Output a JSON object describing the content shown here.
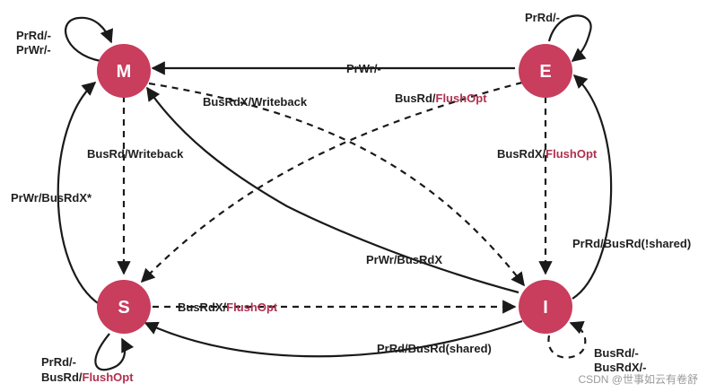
{
  "accent_color": "#c93d5d",
  "nodes": {
    "m": "M",
    "e": "E",
    "s": "S",
    "i": "I"
  },
  "edges": {
    "m_self": [
      "PrRd/-",
      "PrWr/-"
    ],
    "e_self": "PrRd/-",
    "e_to_m": "PrWr/-",
    "m_to_i": "BusRdX/Writeback",
    "m_to_s": "BusRd/Writeback",
    "e_to_s": {
      "event": "BusRd/",
      "action": "FlushOpt"
    },
    "e_to_i": {
      "event": "BusRdX/",
      "action": "FlushOpt"
    },
    "s_to_m": "PrWr/BusRdX*",
    "i_to_m": "PrWr/BusRdX",
    "i_to_e": "PrRd/BusRd(!shared)",
    "s_to_i": {
      "event": "BusRdX/",
      "action": "FlushOpt"
    },
    "i_to_s": "PrRd/BusRd(shared)",
    "s_self": {
      "line1": "PrRd/-",
      "event": "BusRd/",
      "action": "FlushOpt"
    },
    "i_self": [
      "BusRd/-",
      "BusRdX/-"
    ]
  },
  "watermark": "CSDN @世事如云有卷舒"
}
